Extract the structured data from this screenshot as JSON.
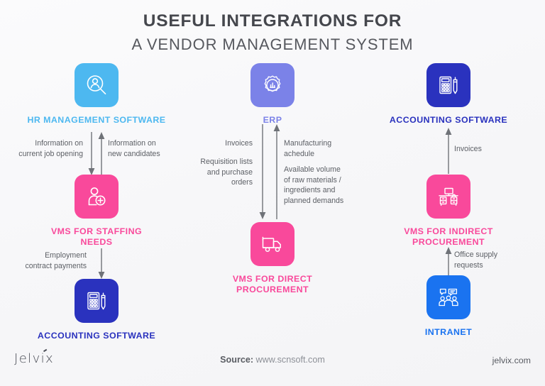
{
  "header": {
    "title_main": "USEFUL INTEGRATIONS FOR",
    "title_sub": "A VENDOR MANAGEMENT SYSTEM"
  },
  "colors": {
    "light_blue": "#4DB8F0",
    "pink": "#F9499B",
    "periwinkle": "#7B82E8",
    "dark_blue": "#2A32BE",
    "bright_blue": "#1A73F0",
    "text_gray": "#5D6066",
    "title_gray": "#45474D",
    "background": "#F7F7F9"
  },
  "nodes": {
    "hr_management": {
      "label": "HR MANAGEMENT SOFTWARE",
      "color": "#4DB8F0",
      "icon": "person-search-icon"
    },
    "vms_staffing": {
      "label": "VMS FOR STAFFING\nNEEDS",
      "color": "#F9499B",
      "icon": "person-add-icon"
    },
    "accounting_left": {
      "label": "ACCOUNTING SOFTWARE",
      "color": "#2A32BE",
      "icon": "calculator-pen-icon"
    },
    "erp": {
      "label": "ERP",
      "color": "#7B82E8",
      "icon": "gear-chart-icon"
    },
    "vms_direct": {
      "label": "VMS FOR DIRECT\nPROCUREMENT",
      "color": "#F9499B",
      "icon": "delivery-truck-icon"
    },
    "accounting_right": {
      "label": "ACCOUNTING SOFTWARE",
      "color": "#2A32BE",
      "icon": "calculator-pen-icon"
    },
    "vms_indirect": {
      "label": "VMS FOR INDIRECT\nPROCUREMENT",
      "color": "#F9499B",
      "icon": "office-desk-icon"
    },
    "intranet": {
      "label": "INTRANET",
      "color": "#1A73F0",
      "icon": "people-chat-icon"
    }
  },
  "connectors": {
    "hr_to_vms_down": "Information on\ncurrent job opening",
    "vms_to_hr_up": "Information on\nnew candidates",
    "vms_to_accounting_down": "Employment\ncontract payments",
    "erp_to_vms_down_1": "Invoices",
    "erp_to_vms_down_2": "Requisition lists\nand purchase\norders",
    "vms_to_erp_up_1": "Manufacturing\nachedule",
    "vms_to_erp_up_2": "Available volume\nof raw materials /\ningredients and\nplanned demands",
    "vms_indirect_to_accounting_up": "Invoices",
    "intranet_to_vms_up": "Office supply\nrequests"
  },
  "footer": {
    "logo": "Jelvix",
    "logo_pre": "Jelv",
    "logo_accent": "i",
    "logo_post": "x",
    "source_prefix": "Source:",
    "source_url": "www.scnsoft.com",
    "site": "jelvix.com"
  }
}
